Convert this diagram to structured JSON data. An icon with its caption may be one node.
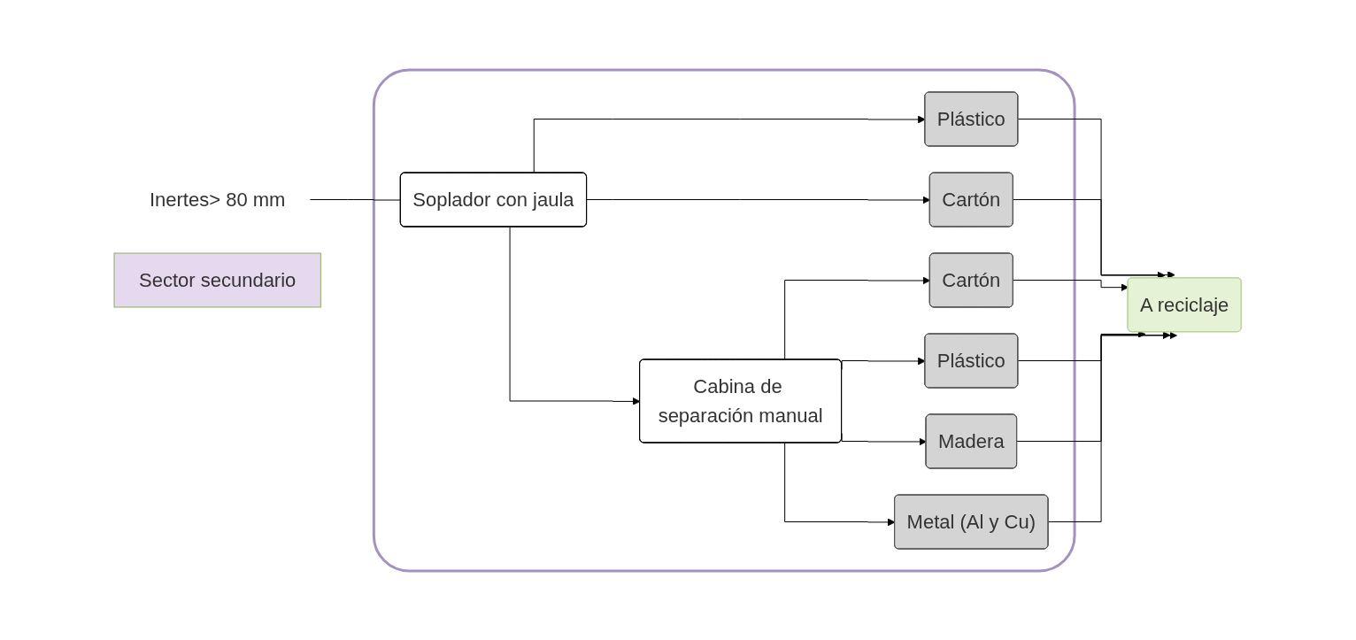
{
  "diagram": {
    "nodes": [
      {
        "text": [
          "Inertes> 80 mm"
        ]
      },
      {
        "text": [
          "Sector secundario"
        ]
      },
      {
        "text": [],
        "shape": "box"
      },
      {
        "text": [
          "Soplador con jaula"
        ],
        "in": 2
      },
      {
        "text": [
          "Plástico"
        ],
        "in": 2
      },
      {
        "text": [
          "Cartón"
        ],
        "in": 2
      },
      {
        "text": [
          "Cabina de separación manual"
        ],
        "in": 2
      },
      {
        "text": [
          "Cartón"
        ],
        "in": 2
      },
      {
        "text": [
          "Plástico"
        ],
        "in": 2
      },
      {
        "text": [
          "Madera"
        ],
        "in": 2
      },
      {
        "text": [
          "Metal (Al y Cu)"
        ],
        "in": 2
      },
      {
        "text": [
          "A reciclaje"
        ]
      }
    ],
    "edges": [
      {
        "from": 0,
        "to": 3,
        "arrow": "none"
      },
      {
        "from": 3,
        "to": 4,
        "arrow": "to"
      },
      {
        "from": 3,
        "to": 5,
        "arrow": "to"
      },
      {
        "from": 3,
        "to": 6,
        "arrow": "to"
      },
      {
        "from": 6,
        "to": 7,
        "arrow": "to"
      },
      {
        "from": 6,
        "to": 8,
        "arrow": "to"
      },
      {
        "from": 6,
        "to": 9,
        "arrow": "to"
      },
      {
        "from": 6,
        "to": 10,
        "arrow": "to"
      },
      {
        "from": 4,
        "to": 11,
        "arrow": "to"
      },
      {
        "from": 5,
        "to": 11,
        "arrow": "to"
      },
      {
        "from": 7,
        "to": 11,
        "arrow": "to"
      },
      {
        "from": 8,
        "to": 11,
        "arrow": "to"
      },
      {
        "from": 9,
        "to": 11,
        "arrow": "to"
      },
      {
        "from": 10,
        "to": 11,
        "arrow": "to"
      }
    ]
  }
}
